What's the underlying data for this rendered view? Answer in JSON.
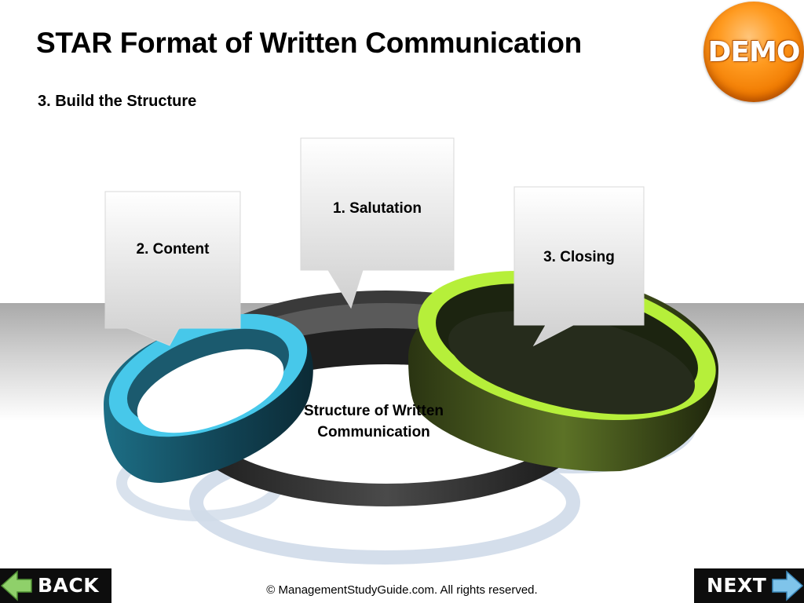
{
  "header": {
    "title": "STAR Format of Written Communication",
    "subtitle": "3. Build the Structure",
    "demo_badge": "DEMO"
  },
  "diagram": {
    "center_label": "Structure of Written Communication",
    "callouts": [
      {
        "label": "1. Salutation",
        "ring_color": "#2a2a2a"
      },
      {
        "label": "2. Content",
        "ring_color": "#3fc7e8"
      },
      {
        "label": "3. Closing",
        "ring_color": "#b8f23a"
      }
    ]
  },
  "nav": {
    "back_label": "BACK",
    "next_label": "NEXT",
    "arrow_color": "#7fc4ea",
    "back_arrow_color": "#8fd06a"
  },
  "footer": {
    "copyright": "© ManagementStudyGuide.com. All rights reserved."
  },
  "colors": {
    "demo_orange": "#f07a00",
    "nav_background": "#0d0d0d"
  }
}
